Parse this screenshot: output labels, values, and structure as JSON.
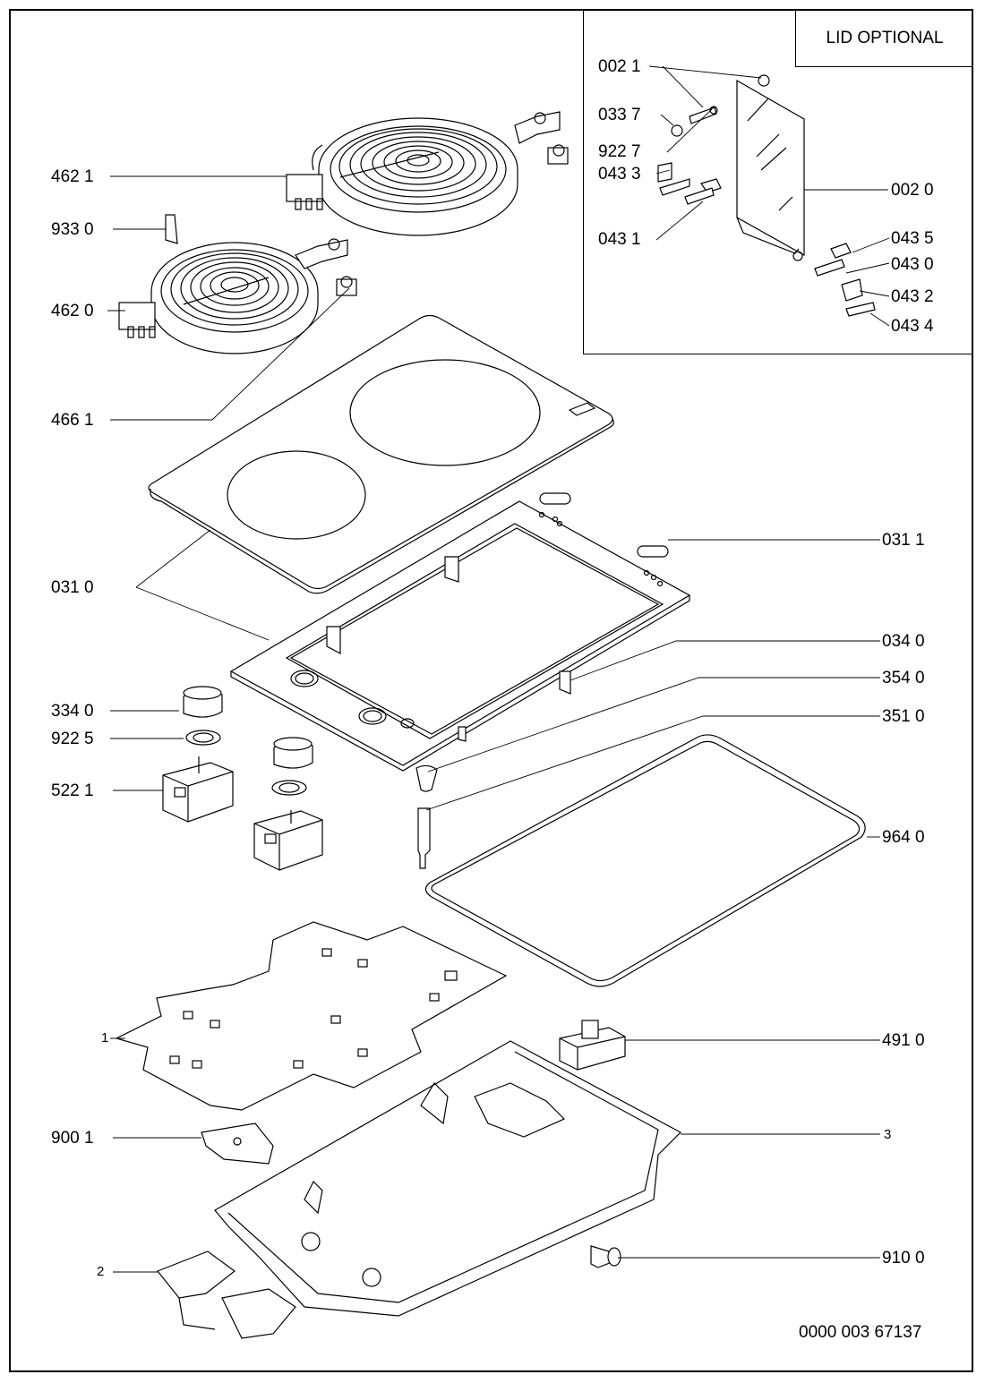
{
  "lid_box": {
    "title": "LID OPTIONAL"
  },
  "labels": {
    "l_0021": "002 1",
    "l_0337": "033 7",
    "l_9227": "922 7",
    "l_0433": "043 3",
    "l_0431": "043 1",
    "l_0020": "002 0",
    "l_0435": "043 5",
    "l_0430": "043 0",
    "l_0432": "043 2",
    "l_0434": "043 4",
    "l_4621": "462 1",
    "l_9330": "933 0",
    "l_4620": "462 0",
    "l_4661": "466 1",
    "l_0311": "031 1",
    "l_0310": "031 0",
    "l_0340": "034 0",
    "l_3540": "354 0",
    "l_3340": "334 0",
    "l_3510": "351 0",
    "l_9225": "922 5",
    "l_5221": "522 1",
    "l_9640": "964 0",
    "l_1": "1",
    "l_4910": "491 0",
    "l_9001": "900 1",
    "l_3": "3",
    "l_9100": "910 0",
    "l_2": "2"
  },
  "document_number": "0000 003 67137"
}
